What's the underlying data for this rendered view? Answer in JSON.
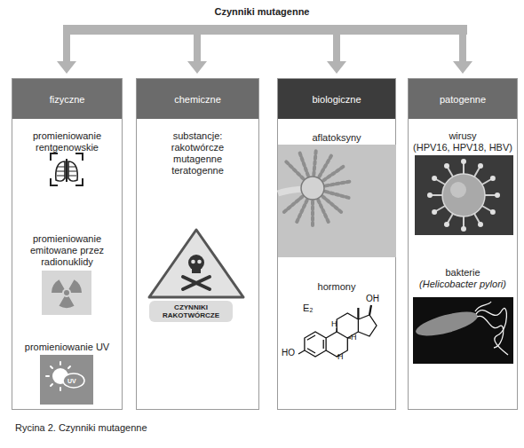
{
  "diagram": {
    "title": "Czynniki mutagenne",
    "caption": "Rycina 2. Czynniki mutagenne",
    "nodes": [
      {
        "text": [
          "promieniowanie rentgenowskie",
          "promieniowanie emitowane przez radionuklidy",
          "promieniowanie UV"
        ]
      },
      {
        "text": [
          "fizyczne"
        ],
        "in": 0
      },
      {
        "text": [
          "substancje: rakotwórcze mutagenne teratogenne"
        ]
      },
      {
        "text": [
          "chemiczne"
        ],
        "in": 2
      },
      {
        "text": [
          "CZYNNIKI RAKOTWÓRCZE"
        ],
        "in": 2
      },
      {
        "text": [
          "aflatoksyny",
          "hormony"
        ]
      },
      {
        "text": [
          "biologiczne"
        ],
        "in": 5
      },
      {
        "text": [
          "wirusy",
          "(HPV16, HPV18, HBV)",
          "bakterie",
          "(Helicobacter pylori)"
        ]
      },
      {
        "text": [
          "patogenne"
        ],
        "in": 7
      }
    ],
    "labels": [
      "UV",
      "E₂",
      "OH",
      "H",
      "H",
      "H",
      "HO"
    ]
  }
}
